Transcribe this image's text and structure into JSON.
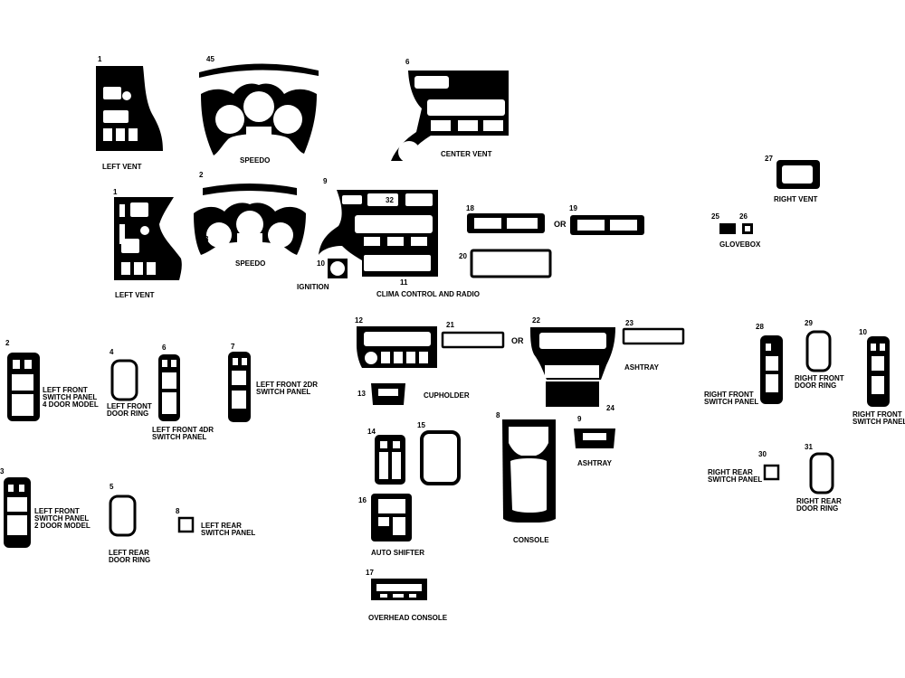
{
  "pieces": {
    "p1_top": {
      "num": "1",
      "label": "LEFT VENT"
    },
    "p45": {
      "num": "45"
    },
    "p5_speedo": {
      "num": "5",
      "label": "SPEEDO"
    },
    "p6": {
      "num": "6",
      "label": "CENTER VENT"
    },
    "p27": {
      "num": "27",
      "label": "RIGHT VENT"
    },
    "p1_mid": {
      "num": "1",
      "label": "LEFT VENT"
    },
    "p2_speedo": {
      "num": "2"
    },
    "p3_speedo": {
      "num": "3",
      "label": "SPEEDO"
    },
    "p9_clima": {
      "num": "9"
    },
    "p32": {
      "num": "32"
    },
    "p10_ign": {
      "num": "10",
      "label": "IGNITION"
    },
    "p11": {
      "num": "11",
      "label": "CLIMA CONTROL AND RADIO"
    },
    "p18": {
      "num": "18"
    },
    "p19": {
      "num": "19"
    },
    "or_1": "OR",
    "p20": {
      "num": "20"
    },
    "p25": {
      "num": "25"
    },
    "p26": {
      "num": "26"
    },
    "glovebox": "GLOVEBOX",
    "p2_lf": {
      "num": "2",
      "label": [
        "LEFT FRONT",
        "SWITCH PANEL",
        "4 DOOR MODEL"
      ]
    },
    "p4": {
      "num": "4",
      "label": [
        "LEFT FRONT",
        "DOOR RING"
      ]
    },
    "p6_lf": {
      "num": "6",
      "label": [
        "LEFT FRONT 4DR",
        "SWITCH PANEL"
      ]
    },
    "p7": {
      "num": "7",
      "label": [
        "LEFT FRONT 2DR",
        "SWITCH PANEL"
      ]
    },
    "p3_lf": {
      "num": "3",
      "label": [
        "LEFT FRONT",
        "SWITCH PANEL",
        "2 DOOR MODEL"
      ]
    },
    "p5_ring": {
      "num": "5",
      "label": [
        "LEFT REAR",
        "DOOR RING"
      ]
    },
    "p8": {
      "num": "8",
      "label": [
        "LEFT REAR",
        "SWITCH PANEL"
      ]
    },
    "p12": {
      "num": "12"
    },
    "p21": {
      "num": "21"
    },
    "or_2": "OR",
    "p22": {
      "num": "22"
    },
    "p23": {
      "num": "23"
    },
    "ashtray_1": "ASHTRAY",
    "p13": {
      "num": "13",
      "label": "CUPHOLDER"
    },
    "p24": {
      "num": "24"
    },
    "p9_ash": {
      "num": "9",
      "label": "ASHTRAY"
    },
    "p8_console": {
      "num": "8",
      "label": "CONSOLE"
    },
    "p14": {
      "num": "14"
    },
    "p15": {
      "num": "15"
    },
    "p16": {
      "num": "16",
      "label": "AUTO SHIFTER"
    },
    "p17": {
      "num": "17",
      "label": "OVERHEAD CONSOLE"
    },
    "p28": {
      "num": "28",
      "label": [
        "RIGHT FRONT",
        "SWITCH PANEL"
      ]
    },
    "p29": {
      "num": "29",
      "label": [
        "RIGHT FRONT",
        "DOOR RING"
      ]
    },
    "p10_rf": {
      "num": "10",
      "label": [
        "RIGHT FRONT",
        "SWITCH PANEL"
      ]
    },
    "p30": {
      "num": "30",
      "label": [
        "RIGHT REAR",
        "SWITCH PANEL"
      ]
    },
    "p31": {
      "num": "31",
      "label": [
        "RIGHT REAR",
        "DOOR RING"
      ]
    }
  }
}
